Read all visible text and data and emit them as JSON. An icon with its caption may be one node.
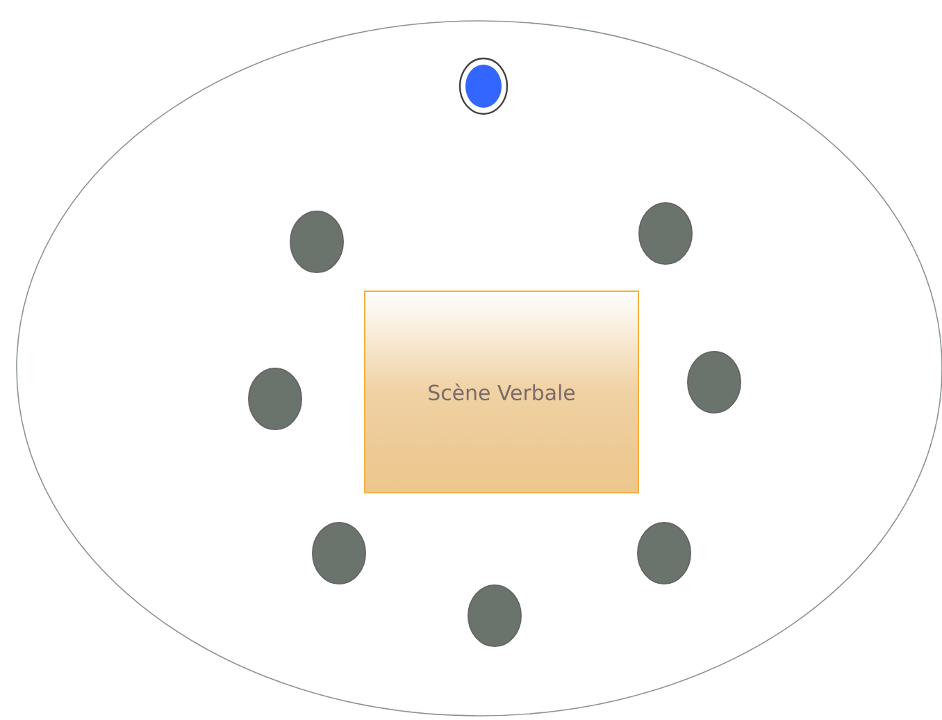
{
  "diagram": {
    "nodes": [
      {
        "text": [],
        "shape": "ellipse"
      },
      {
        "text": [],
        "shape": "circle",
        "in": 0
      },
      {
        "text": [],
        "shape": "circle",
        "in": 0
      },
      {
        "text": [],
        "shape": "circle",
        "in": 0
      },
      {
        "text": [
          "Scène Verbale"
        ],
        "in": 0
      },
      {
        "text": [],
        "shape": "circle",
        "in": 0
      },
      {
        "text": [],
        "shape": "circle",
        "in": 0
      },
      {
        "text": [],
        "shape": "circle",
        "in": 0
      },
      {
        "text": [],
        "shape": "circle",
        "in": 0
      },
      {
        "text": [],
        "shape": "circle",
        "in": 0
      }
    ]
  }
}
